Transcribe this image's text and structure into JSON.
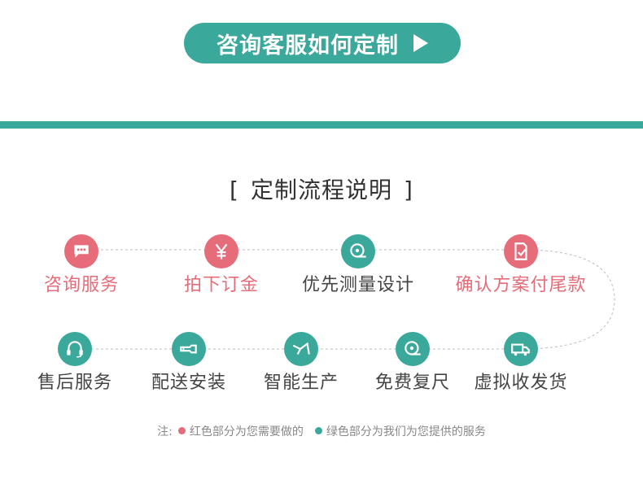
{
  "header": {
    "button_label": "咨询客服如何定制"
  },
  "section": {
    "bracket_open": "[",
    "title": "定制流程说明",
    "bracket_close": "]"
  },
  "steps_row1": [
    {
      "label": "咨询服务",
      "type": "red",
      "icon": "chat-bubble-icon"
    },
    {
      "label": "拍下订金",
      "type": "red",
      "icon": "yen-icon"
    },
    {
      "label": "优先测量设计",
      "type": "green",
      "icon": "tape-measure-icon"
    },
    {
      "label": "确认方案付尾款",
      "type": "red",
      "icon": "document-check-icon"
    }
  ],
  "steps_row2": [
    {
      "label": "售后服务",
      "type": "green",
      "icon": "headset-icon"
    },
    {
      "label": "配送安装",
      "type": "green",
      "icon": "wrench-icon"
    },
    {
      "label": "智能生产",
      "type": "green",
      "icon": "production-tool-icon"
    },
    {
      "label": "免费复尺",
      "type": "green",
      "icon": "tape-measure-icon"
    },
    {
      "label": "虚拟收发货",
      "type": "green",
      "icon": "delivery-truck-icon"
    }
  ],
  "note": {
    "prefix": "注:",
    "red_text": "红色部分为您需要做的",
    "green_text": "绿色部分为我们为您提供的服务"
  },
  "colors": {
    "teal": "#3aa89b",
    "red": "#e76c79"
  }
}
